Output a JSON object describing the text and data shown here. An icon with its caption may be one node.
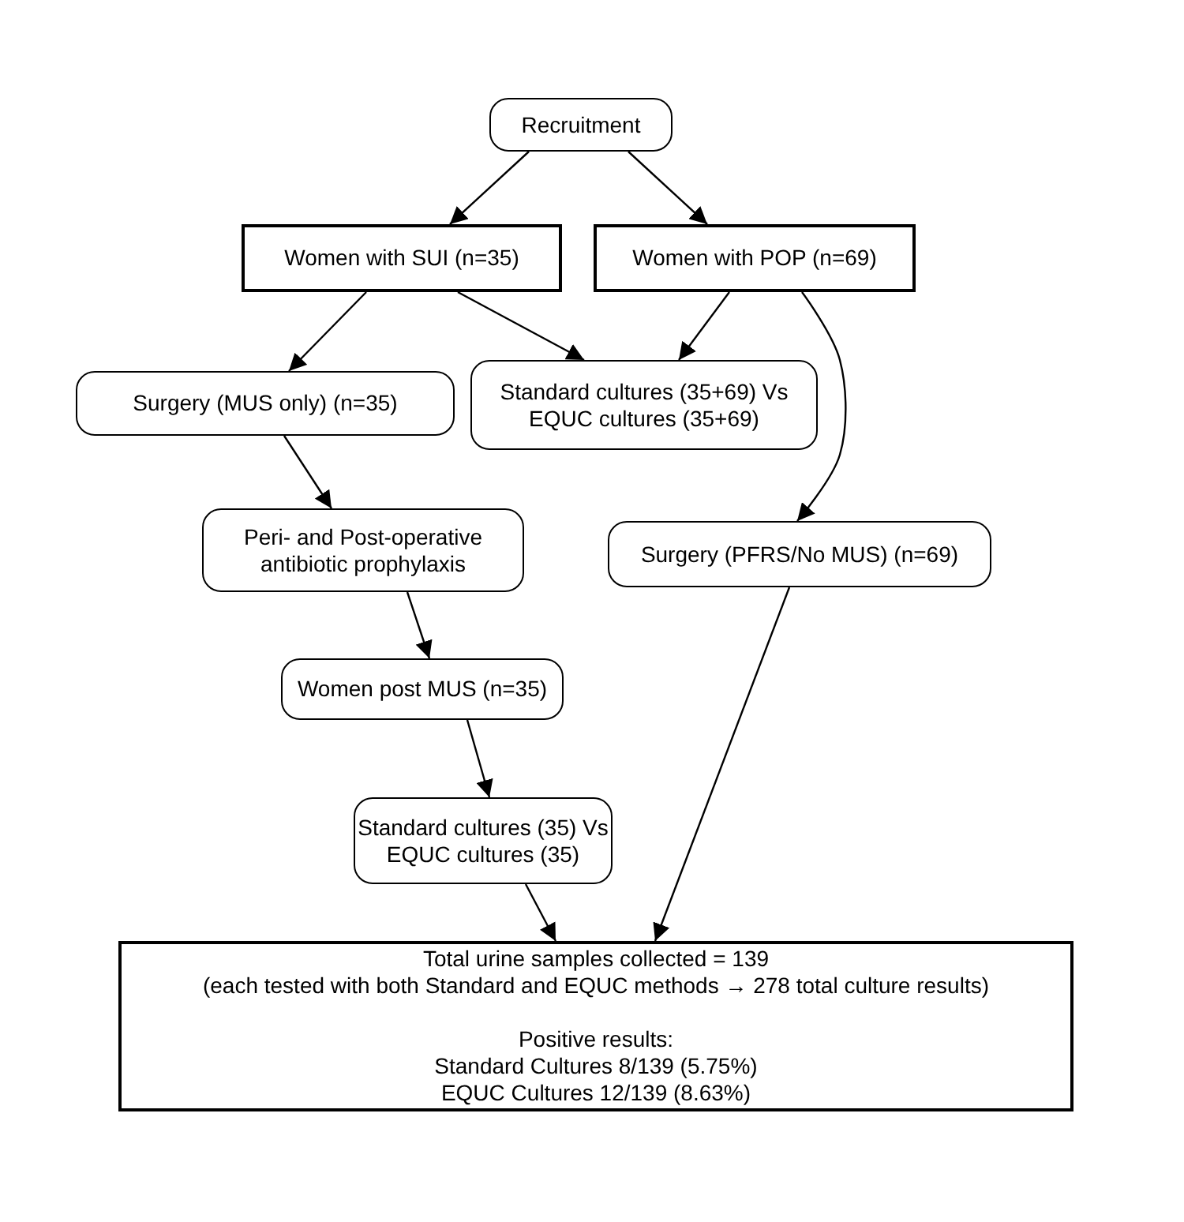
{
  "diagram": {
    "nodes": [
      {
        "text": [
          "Recruitment"
        ]
      },
      {
        "text": [
          "Women with SUI (n=35)"
        ]
      },
      {
        "text": [
          "Women with POP (n=69)"
        ]
      },
      {
        "text": [
          "Surgery (MUS only) (n=35)"
        ]
      },
      {
        "text": [
          "Standard cultures (35+69) Vs EQUC cultures (35+69)"
        ]
      },
      {
        "text": [
          "Peri- and Post-operative antibiotic prophylaxis"
        ]
      },
      {
        "text": [
          "Surgery (PFRS/No MUS) (n=69)"
        ]
      },
      {
        "text": [
          "Women post MUS (n=35)"
        ]
      },
      {
        "text": [
          "Standard cultures (35) Vs EQUC cultures (35)"
        ]
      },
      {
        "text": [
          "Total urine samples collected = 139",
          "(each tested with both Standard and EQUC methods → 278 total culture results)",
          "Positive results:",
          "Standard Cultures 8/139 (5.75%)",
          "EQUC Cultures 12/139 (8.63%)"
        ]
      }
    ],
    "edges": [
      {
        "from": 0,
        "to": 1,
        "arrow": "to"
      },
      {
        "from": 0,
        "to": 2,
        "arrow": "to"
      },
      {
        "from": 1,
        "to": 3,
        "arrow": "to"
      },
      {
        "from": 1,
        "to": 4,
        "arrow": "to"
      },
      {
        "from": 2,
        "to": 4,
        "arrow": "to"
      },
      {
        "from": 2,
        "to": 6,
        "arrow": "to"
      },
      {
        "from": 3,
        "to": 5,
        "arrow": "to"
      },
      {
        "from": 5,
        "to": 7,
        "arrow": "to"
      },
      {
        "from": 7,
        "to": 8,
        "arrow": "to"
      },
      {
        "from": 8,
        "to": 9,
        "arrow": "to"
      },
      {
        "from": 6,
        "to": 9,
        "arrow": "to"
      }
    ]
  }
}
